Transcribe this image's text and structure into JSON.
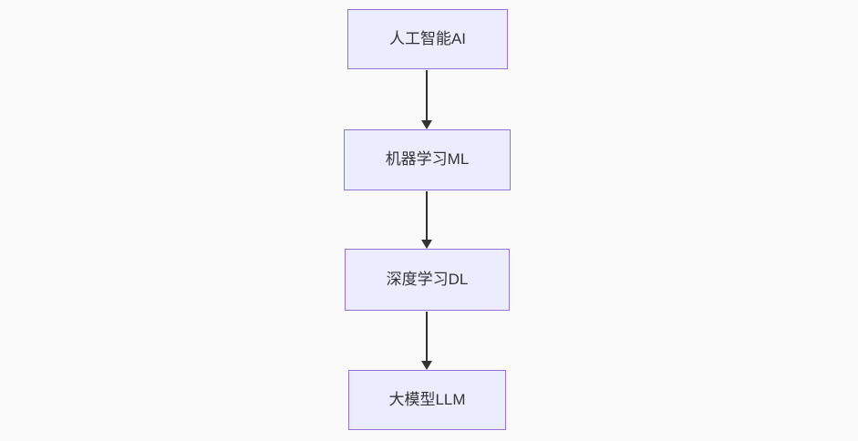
{
  "diagram": {
    "type": "flowchart",
    "direction": "top-down",
    "nodes": [
      {
        "id": "ai",
        "label": "人工智能AI"
      },
      {
        "id": "ml",
        "label": "机器学习ML"
      },
      {
        "id": "dl",
        "label": "深度学习DL"
      },
      {
        "id": "llm",
        "label": "大模型LLM"
      }
    ],
    "edges": [
      {
        "from": "人工智能AI",
        "to": "机器学习ML",
        "style": "arrow"
      },
      {
        "from": "机器学习ML",
        "to": "深度学习DL",
        "style": "arrow"
      },
      {
        "from": "深度学习DL",
        "to": "大模型LLM",
        "style": "arrow"
      }
    ],
    "colors": {
      "background": "#FAFAFA",
      "node_fill": "#ECECFF",
      "node_border": "#9370DB",
      "node_text": "#333333",
      "arrow": "#333333"
    }
  }
}
